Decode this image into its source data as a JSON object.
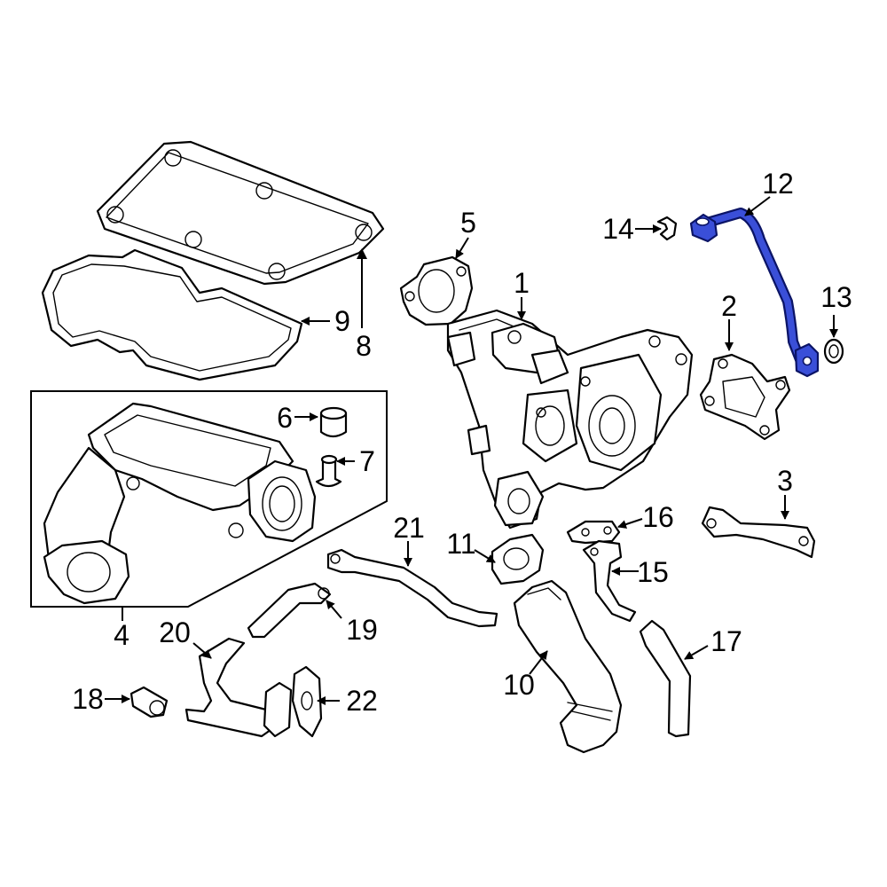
{
  "diagram": {
    "highlight_color": "#3a4fd8",
    "callouts": [
      {
        "id": "1",
        "label": "1"
      },
      {
        "id": "2",
        "label": "2"
      },
      {
        "id": "3",
        "label": "3"
      },
      {
        "id": "4",
        "label": "4"
      },
      {
        "id": "5",
        "label": "5"
      },
      {
        "id": "6",
        "label": "6"
      },
      {
        "id": "7",
        "label": "7"
      },
      {
        "id": "8",
        "label": "8"
      },
      {
        "id": "9",
        "label": "9"
      },
      {
        "id": "10",
        "label": "10"
      },
      {
        "id": "11",
        "label": "11"
      },
      {
        "id": "12",
        "label": "12"
      },
      {
        "id": "13",
        "label": "13"
      },
      {
        "id": "14",
        "label": "14"
      },
      {
        "id": "15",
        "label": "15"
      },
      {
        "id": "16",
        "label": "16"
      },
      {
        "id": "17",
        "label": "17"
      },
      {
        "id": "18",
        "label": "18"
      },
      {
        "id": "19",
        "label": "19"
      },
      {
        "id": "20",
        "label": "20"
      },
      {
        "id": "21",
        "label": "21"
      },
      {
        "id": "22",
        "label": "22"
      }
    ]
  }
}
